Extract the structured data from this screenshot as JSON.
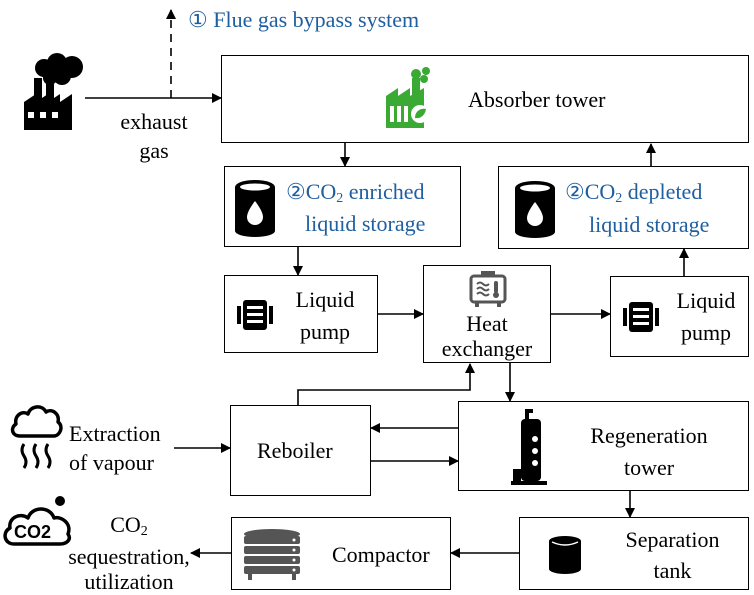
{
  "bypass": {
    "num": "①",
    "label": "Flue gas bypass system"
  },
  "exhaust": {
    "line1": "exhaust",
    "line2": "gas"
  },
  "absorber": {
    "label": "Absorber tower"
  },
  "enriched": {
    "num": "②",
    "pre": "CO",
    "sub": "2",
    "post": " enriched",
    "line2": "liquid storage"
  },
  "depleted": {
    "num": "②",
    "pre": "CO",
    "sub": "2",
    "post": " depleted",
    "line2": "liquid storage"
  },
  "pump_left": {
    "line1": "Liquid",
    "line2": "pump"
  },
  "pump_right": {
    "line1": "Liquid",
    "line2": "pump"
  },
  "heat_exchanger": {
    "line1": "Heat",
    "line2": "exchanger"
  },
  "vapour": {
    "line1": "Extraction",
    "line2": "of vapour"
  },
  "reboiler": {
    "label": "Reboiler"
  },
  "regeneration": {
    "line1": "Regeneration",
    "line2": "tower"
  },
  "co2_out": {
    "pre": "CO",
    "sub": "2",
    "line2": "sequestration,",
    "line3": "utilization",
    "icon_text": "CO2"
  },
  "compactor": {
    "label": "Compactor"
  },
  "separation": {
    "line1": "Separation",
    "line2": "tank"
  },
  "colors": {
    "accent_blue": "#1f5fa0",
    "factory_green": "#3aaa35"
  }
}
